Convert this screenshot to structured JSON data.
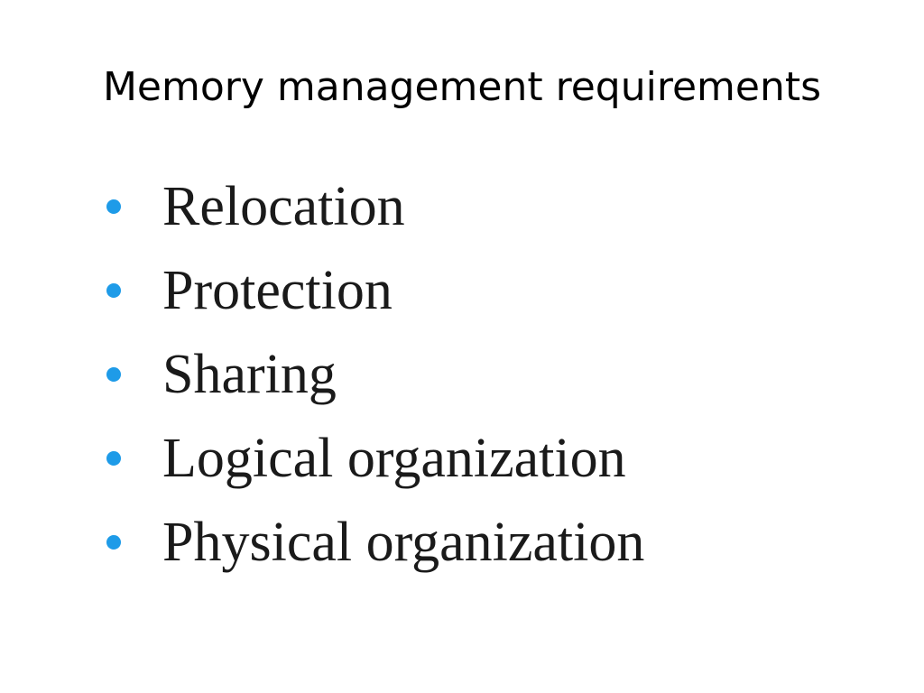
{
  "slide": {
    "title": "Memory management requirements",
    "bullet_color": "#1e9be8",
    "items": [
      {
        "label": "Relocation"
      },
      {
        "label": "Protection"
      },
      {
        "label": "Sharing"
      },
      {
        "label": "Logical organization"
      },
      {
        "label": "Physical organization"
      }
    ]
  }
}
